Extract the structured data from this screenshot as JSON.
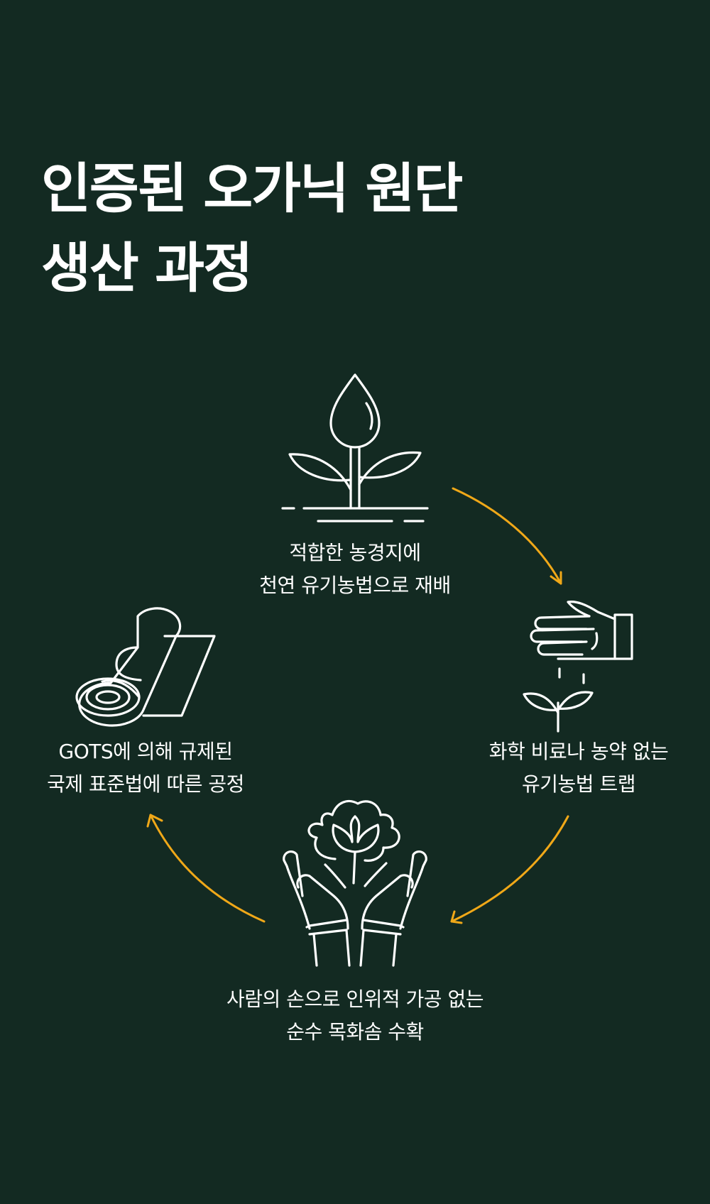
{
  "title": {
    "line1": "인증된 오가닉 원단",
    "line2": "생산 과정"
  },
  "steps": [
    {
      "icon": "sprout-icon",
      "line1": "적합한 농경지에",
      "line2": "천연 유기농법으로 재배"
    },
    {
      "icon": "hand-sowing-seeds-icon",
      "line1": "화학 비료나 농약 없는",
      "line2": "유기농법 트랩"
    },
    {
      "icon": "hands-holding-cotton-icon",
      "line1": "사람의 손으로 인위적 가공 없는",
      "line2": "순수 목화솜 수확"
    },
    {
      "icon": "fabric-roll-icon",
      "line1": "GOTS에 의해 규제된",
      "line2": "국제 표준법에 따른 공정"
    }
  ],
  "colors": {
    "background": "#132a22",
    "arrow": "#f0a818",
    "text": "#ffffff"
  }
}
